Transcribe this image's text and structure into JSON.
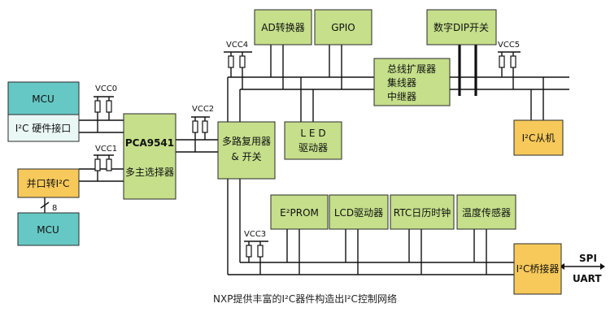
{
  "blocks": {
    "mcu_top": "MCU",
    "i2c_hw": "I²C 硬件接口",
    "par_to_i2c": "并口转I²C",
    "mcu_bottom": "MCU",
    "bus_width": "8",
    "pca_name": "PCA9541",
    "pca_sub": "多主选择器",
    "mux_line1": "多路复用器",
    "mux_line2": "& 开关",
    "ad": "AD转换器",
    "gpio": "GPIO",
    "dip": "数字DIP开关",
    "ext_line1": "总线扩展器",
    "ext_line2": "集线器",
    "ext_line3": "中继器",
    "led_line1": "L E D",
    "led_line2": "驱动器",
    "slave": "I²C从机",
    "eeprom": "E²PROM",
    "lcd": "LCD驱动器",
    "rtc": "RTC日历时钟",
    "temp": "温度传感器",
    "bridge": "I²C桥接器",
    "spi": "SPI",
    "uart": "UART"
  },
  "supplies": {
    "vcc0": "VCC0",
    "vcc1": "VCC1",
    "vcc2": "VCC2",
    "vcc3": "VCC3",
    "vcc4": "VCC4",
    "vcc5": "VCC5"
  },
  "caption": "NXP提供丰富的I²C器件构造出I²C控制网络"
}
